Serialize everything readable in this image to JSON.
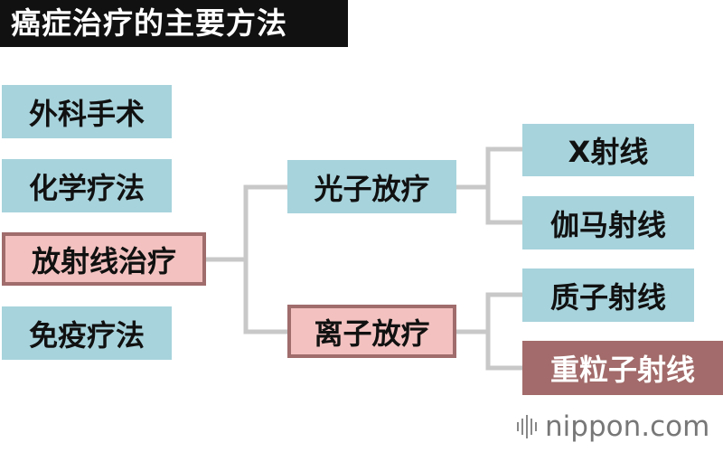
{
  "title": "癌症治疗的主要方法",
  "nodes": {
    "surgery": "外科手术",
    "chemotherapy": "化学疗法",
    "radiotherapy": "放射线治疗",
    "immunotherapy": "免疫疗法",
    "photon_therapy": "光子放疗",
    "ion_therapy": "离子放疗",
    "x_ray": "X射线",
    "gamma_ray": "伽马射线",
    "proton_beam": "质子射线",
    "heavy_ion_beam": "重粒子射线"
  },
  "logo": {
    "text": "nippon.com"
  },
  "colors": {
    "box_blue": "#a7d3dc",
    "box_pink": "#f3c2c0",
    "box_border": "#a06c6c",
    "box_dark": "#a36b6b",
    "connector": "#c8c8c8",
    "title_bg": "#111111"
  }
}
